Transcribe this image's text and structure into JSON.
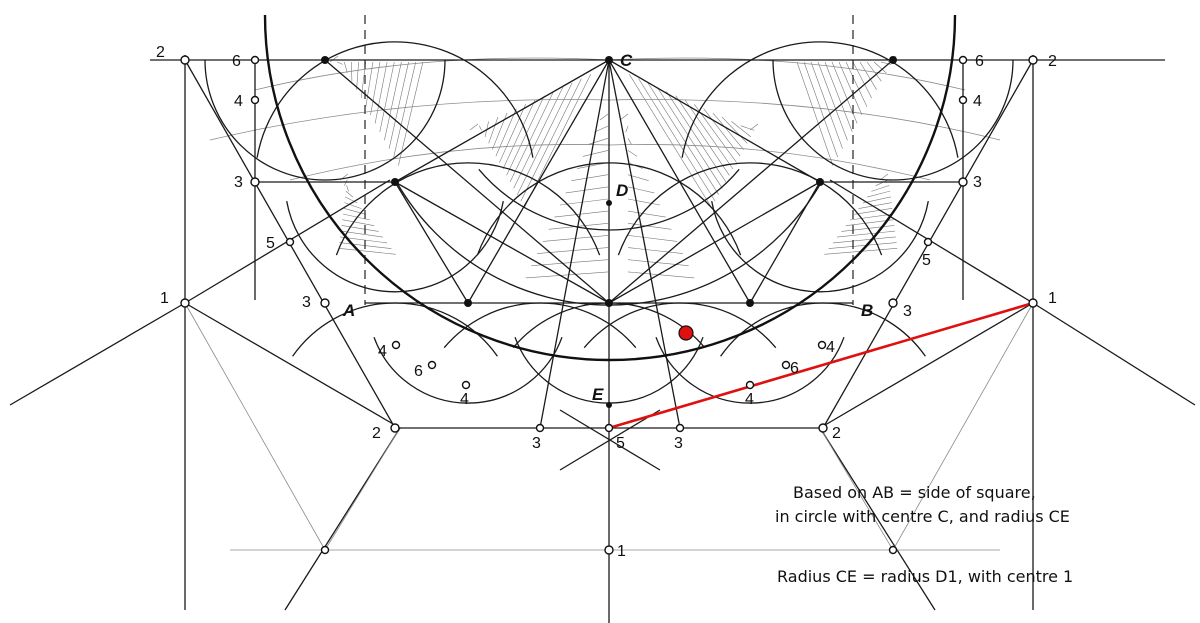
{
  "diagram": {
    "labels": {
      "C": "C",
      "D": "D",
      "A": "A",
      "B": "B",
      "E": "E",
      "n1L": "1",
      "n1R": "1",
      "n1B": "1",
      "n2TL": "2",
      "n2TR": "2",
      "n2BL": "2",
      "n2BR": "2",
      "n3L": "3",
      "n3R": "3",
      "n3AL": "3",
      "n3BR": "3",
      "n3BL": "3",
      "n3BR2": "3",
      "n4L": "4",
      "n4R": "4",
      "n4AL": "4",
      "n4BR": "4",
      "n4BL": "4",
      "n4BR2": "4",
      "n5L": "5",
      "n5R": "5",
      "n5B": "5",
      "n6L": "6",
      "n6R": "6",
      "n6AL": "6",
      "n6BR": "6"
    },
    "notes": {
      "line1": "Based on AB = side of square,",
      "line2": "in circle with centre C, and radius CE",
      "line3": "Radius CE = radius D1, with centre 1"
    },
    "colors": {
      "construction": "#111111",
      "highlight": "#e01010"
    }
  }
}
